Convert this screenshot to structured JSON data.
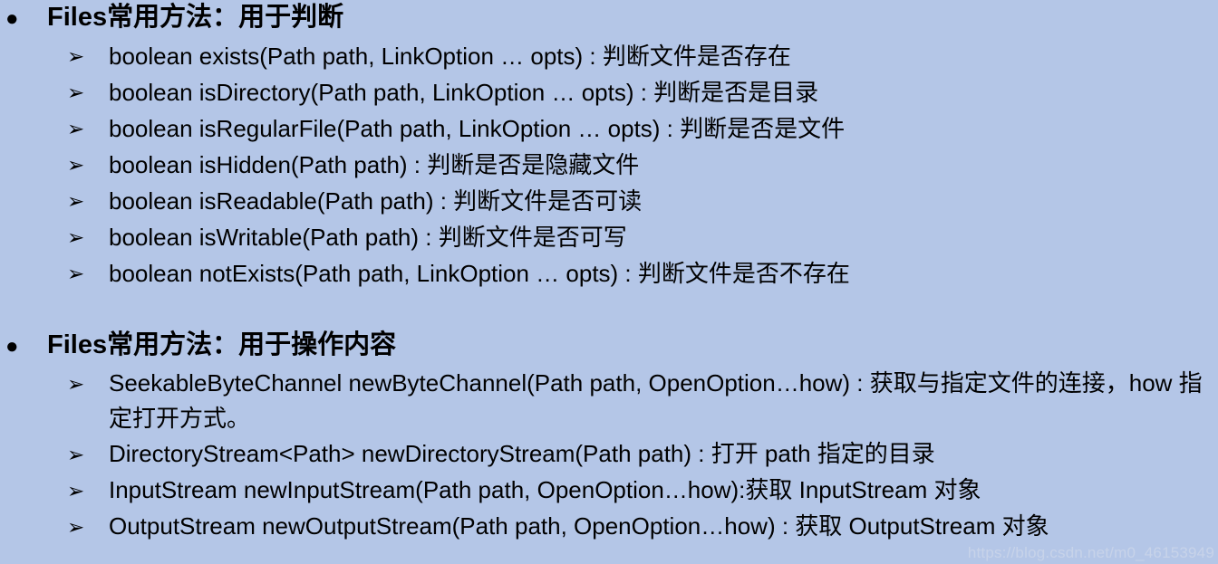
{
  "slide": {
    "background_color": "#b4c6e7",
    "text_color": "#000000",
    "sections": [
      {
        "bullet": "●",
        "title": "Files常用方法：用于判断",
        "items": [
          {
            "arrow": "➢",
            "text": "boolean exists(Path path, LinkOption … opts) : 判断文件是否存在"
          },
          {
            "arrow": "➢",
            "text": "boolean isDirectory(Path path, LinkOption … opts) : 判断是否是目录"
          },
          {
            "arrow": "➢",
            "text": "boolean isRegularFile(Path path, LinkOption … opts) : 判断是否是文件"
          },
          {
            "arrow": "➢",
            "text": "boolean isHidden(Path path) : 判断是否是隐藏文件"
          },
          {
            "arrow": "➢",
            "text": "boolean isReadable(Path path) : 判断文件是否可读"
          },
          {
            "arrow": "➢",
            "text": "boolean isWritable(Path path) : 判断文件是否可写"
          },
          {
            "arrow": "➢",
            "text": "boolean notExists(Path path, LinkOption … opts) : 判断文件是否不存在"
          }
        ]
      },
      {
        "bullet": "●",
        "title": "Files常用方法：用于操作内容",
        "items": [
          {
            "arrow": "➢",
            "text": "SeekableByteChannel newByteChannel(Path path, OpenOption…how) : 获取与指定文件的连接，how 指定打开方式。"
          },
          {
            "arrow": "➢",
            "text": "DirectoryStream<Path>  newDirectoryStream(Path path) : 打开 path 指定的目录"
          },
          {
            "arrow": "➢",
            "text": "InputStream newInputStream(Path path, OpenOption…how):获取 InputStream 对象"
          },
          {
            "arrow": "➢",
            "text": "OutputStream newOutputStream(Path path, OpenOption…how) : 获取 OutputStream 对象"
          }
        ]
      }
    ]
  },
  "watermark": {
    "text": "https://blog.csdn.net/m0_46153949"
  }
}
